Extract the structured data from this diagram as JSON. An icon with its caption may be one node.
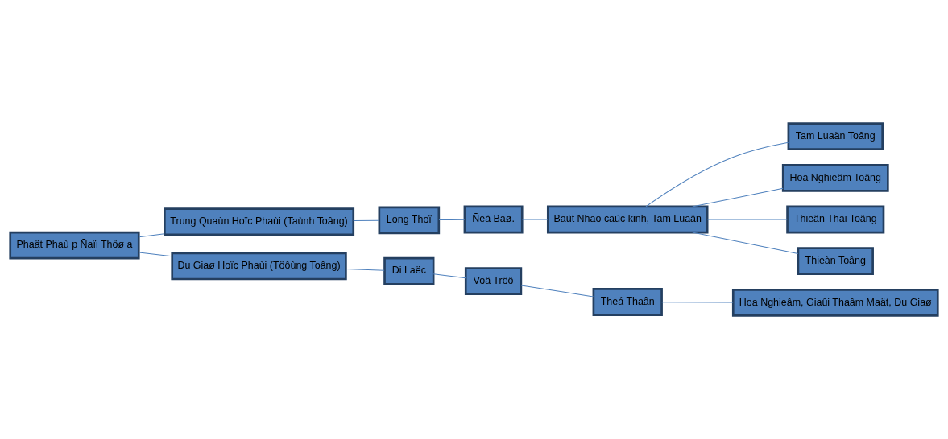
{
  "diagram": {
    "nodes": [
      {
        "text": [
          "Phaät Phaù p Ñaïi Thöø a"
        ]
      },
      {
        "text": [
          "Trung Quaùn Hoïc Phaùi (Taùnh Toâng)"
        ]
      },
      {
        "text": [
          "Long Thoï"
        ]
      },
      {
        "text": [
          "Ñeà Baø."
        ]
      },
      {
        "text": [
          "Baùt Nhaõ caùc kinh, Tam Luaän"
        ]
      },
      {
        "text": [
          "Tam Luaän Toâng"
        ]
      },
      {
        "text": [
          "Hoa Nghieâm Toâng"
        ]
      },
      {
        "text": [
          "Thieân Thai Toâng"
        ]
      },
      {
        "text": [
          "Thieàn Toâng"
        ]
      },
      {
        "text": [
          "Du Giaø Hoïc Phaùi (Töôùng Toâng)"
        ]
      },
      {
        "text": [
          "Di Laëc"
        ]
      },
      {
        "text": [
          "Voâ Tröô"
        ]
      },
      {
        "text": [
          "Theá Thaân"
        ]
      },
      {
        "text": [
          "Hoa Nghieâm, Giaûi Thaâm Maät, Du Giaø"
        ]
      }
    ],
    "edges": [
      {
        "from": 0,
        "to": 1,
        "arrow": "none"
      },
      {
        "from": 0,
        "to": 9,
        "arrow": "none"
      },
      {
        "from": 1,
        "to": 2,
        "arrow": "none"
      },
      {
        "from": 2,
        "to": 3,
        "arrow": "none"
      },
      {
        "from": 3,
        "to": 4,
        "arrow": "none"
      },
      {
        "from": 4,
        "to": 5,
        "arrow": "none"
      },
      {
        "from": 4,
        "to": 6,
        "arrow": "none"
      },
      {
        "from": 4,
        "to": 7,
        "arrow": "none"
      },
      {
        "from": 4,
        "to": 8,
        "arrow": "none"
      },
      {
        "from": 9,
        "to": 10,
        "arrow": "none"
      },
      {
        "from": 10,
        "to": 11,
        "arrow": "none"
      },
      {
        "from": 11,
        "to": 12,
        "arrow": "none"
      },
      {
        "from": 12,
        "to": 13,
        "arrow": "none"
      }
    ]
  }
}
